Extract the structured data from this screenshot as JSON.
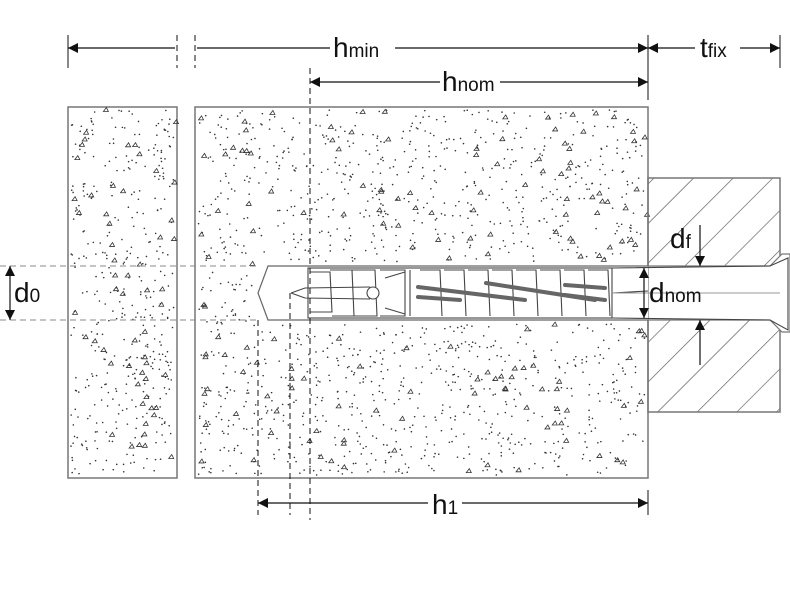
{
  "labels": {
    "h_min": {
      "base": "h",
      "sub": "min"
    },
    "h_nom": {
      "base": "h",
      "sub": "nom"
    },
    "t_fix": {
      "base": "t",
      "sub": "fix"
    },
    "d_0": {
      "base": "d",
      "sub": "0"
    },
    "d_f": {
      "base": "d",
      "sub": "f"
    },
    "d_nom": {
      "base": "d",
      "sub": "nom"
    },
    "h_1": {
      "base": "h",
      "sub": "1"
    }
  },
  "colors": {
    "line": "#111111",
    "stipple": "#333333",
    "hatch": "#555555",
    "fixture_border": "#777777"
  }
}
